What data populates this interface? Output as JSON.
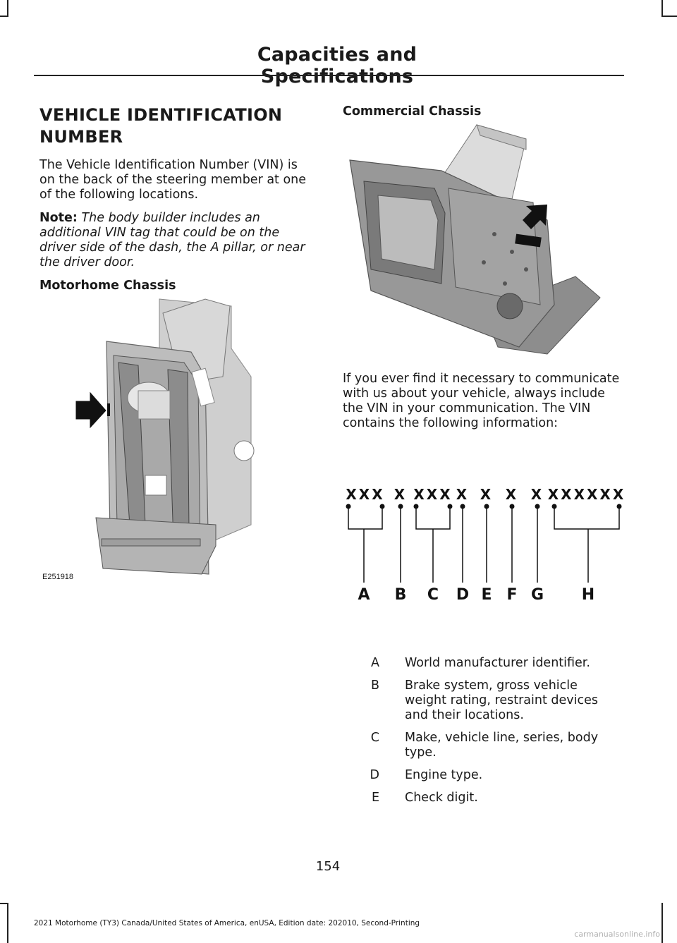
{
  "header": {
    "title": "Capacities and Specifications"
  },
  "left": {
    "heading": "VEHICLE IDENTIFICATION NUMBER",
    "intro": "The Vehicle Identification Number (VIN) is on the back of the steering member at one of the following locations.",
    "note_label": "Note:",
    "note_text": "The body builder includes an additional VIN tag that could be on the driver side of the dash, the A pillar, or near the driver door.",
    "motorhome_heading": "Motorhome Chassis",
    "figure_id": "E251918"
  },
  "right": {
    "commercial_heading": "Commercial Chassis",
    "info_text": "If you ever find it necessary to communicate with us about your vehicle, always include the VIN in your communication. The VIN contains the following information:"
  },
  "vin_diagram": {
    "groups": [
      {
        "chars": "XXX",
        "letter": "A"
      },
      {
        "chars": "X",
        "letter": "B"
      },
      {
        "chars": "XXX",
        "letter": "C"
      },
      {
        "chars": "X",
        "letter": "D"
      },
      {
        "chars": "X",
        "letter": "E"
      },
      {
        "chars": "X",
        "letter": "F"
      },
      {
        "chars": "X",
        "letter": "G"
      },
      {
        "chars": "XXXXXX",
        "letter": "H"
      }
    ]
  },
  "legend": [
    {
      "key": "A",
      "value": "World manufacturer identifier."
    },
    {
      "key": "B",
      "value": "Brake system, gross vehicle weight rating, restraint devices and their locations."
    },
    {
      "key": "C",
      "value": "Make, vehicle line, series, body type."
    },
    {
      "key": "D",
      "value": "Engine type."
    },
    {
      "key": "E",
      "value": "Check digit."
    }
  ],
  "page_number": "154",
  "footer": "2021 Motorhome (TY3) Canada/United States of America, enUSA, Edition date: 202010, Second-Printing",
  "watermark": "carmanualsonline.info"
}
